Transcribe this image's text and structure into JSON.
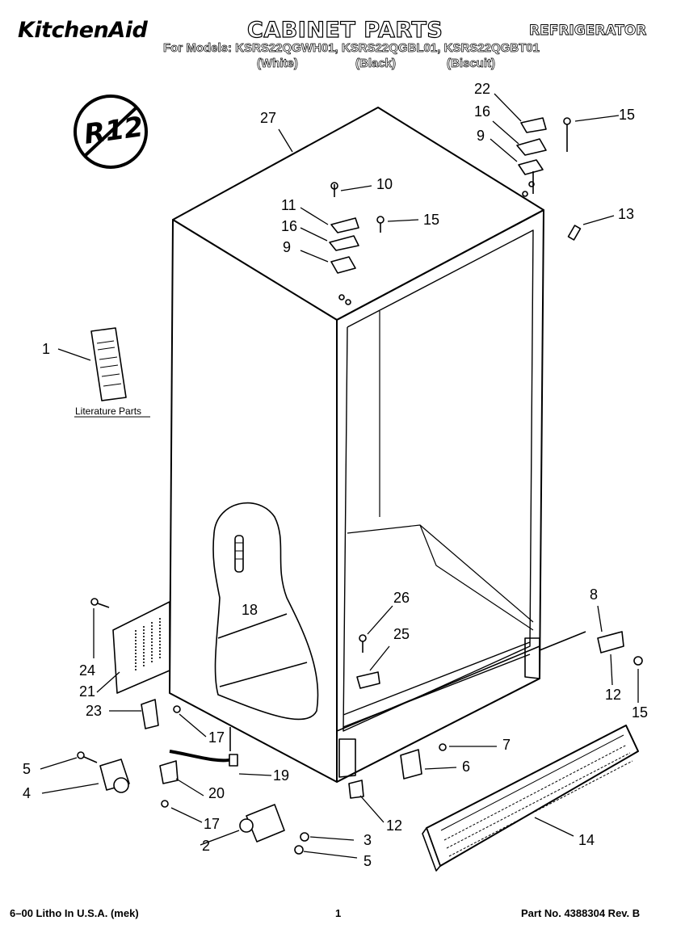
{
  "header": {
    "brand": "KitchenAid",
    "title": "CABINET PARTS",
    "appliance": "REFRIGERATOR",
    "models_line": "For Models: KSRS22QGWH01, KSRS22QGBL01, KSRS22QGBT01",
    "colors": [
      "(White)",
      "(Black)",
      "(Biscuit)"
    ]
  },
  "badge": {
    "text": "R12"
  },
  "literature": {
    "label": "Literature Parts",
    "callout": "1"
  },
  "callouts": {
    "c27": "27",
    "c22": "22",
    "c16a": "16",
    "c15a": "15",
    "c9a": "9",
    "c10": "10",
    "c11": "11",
    "c16b": "16",
    "c15b": "15",
    "c9b": "9",
    "c13": "13",
    "c18": "18",
    "c26": "26",
    "c25": "25",
    "c8": "8",
    "c24": "24",
    "c21": "21",
    "c23": "23",
    "c17a": "17",
    "c12a": "12",
    "c15c": "15",
    "c7": "7",
    "c6": "6",
    "c5a": "5",
    "c4": "4",
    "c19": "19",
    "c20": "20",
    "c17b": "17",
    "c12b": "12",
    "c3": "3",
    "c2": "2",
    "c5b": "5",
    "c14": "14"
  },
  "footer": {
    "left": "6–00 Litho In U.S.A. (mek)",
    "page": "1",
    "part": "Part No. 4388304 Rev. B"
  }
}
